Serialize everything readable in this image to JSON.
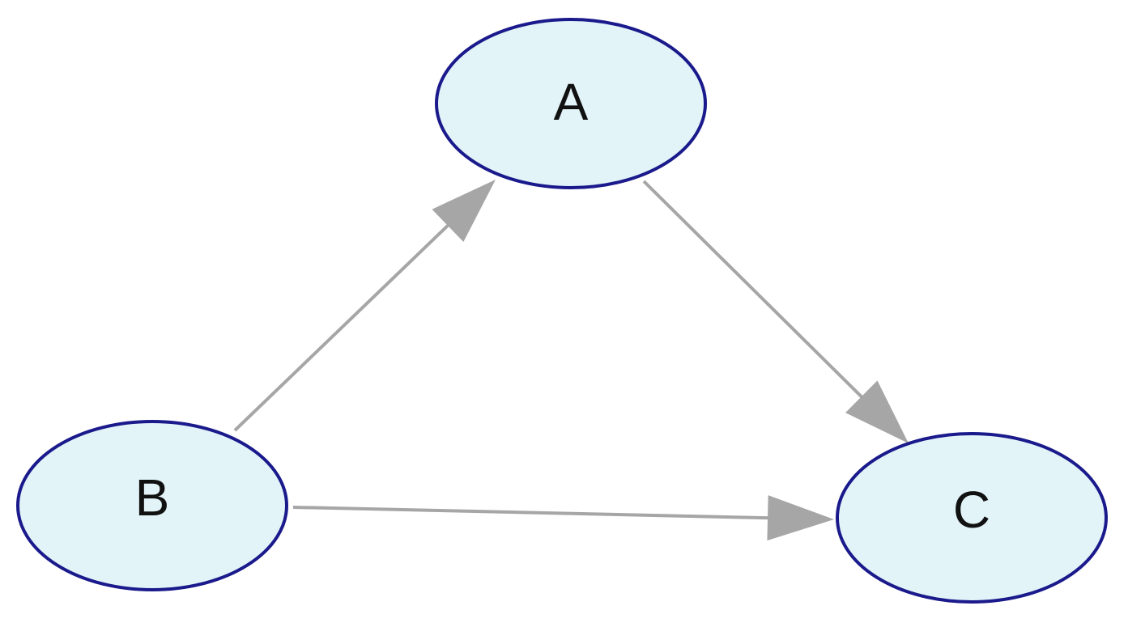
{
  "diagram": {
    "type": "directed-graph",
    "colors": {
      "node_fill": "#e2f4f8",
      "node_stroke": "#1a1a8c",
      "edge": "#a6a6a6",
      "label": "#111111"
    },
    "nodes": [
      {
        "id": "A",
        "label": "A"
      },
      {
        "id": "B",
        "label": "B"
      },
      {
        "id": "C",
        "label": "C"
      }
    ],
    "edges": [
      {
        "from": "B",
        "to": "A"
      },
      {
        "from": "A",
        "to": "C"
      },
      {
        "from": "B",
        "to": "C"
      }
    ]
  }
}
